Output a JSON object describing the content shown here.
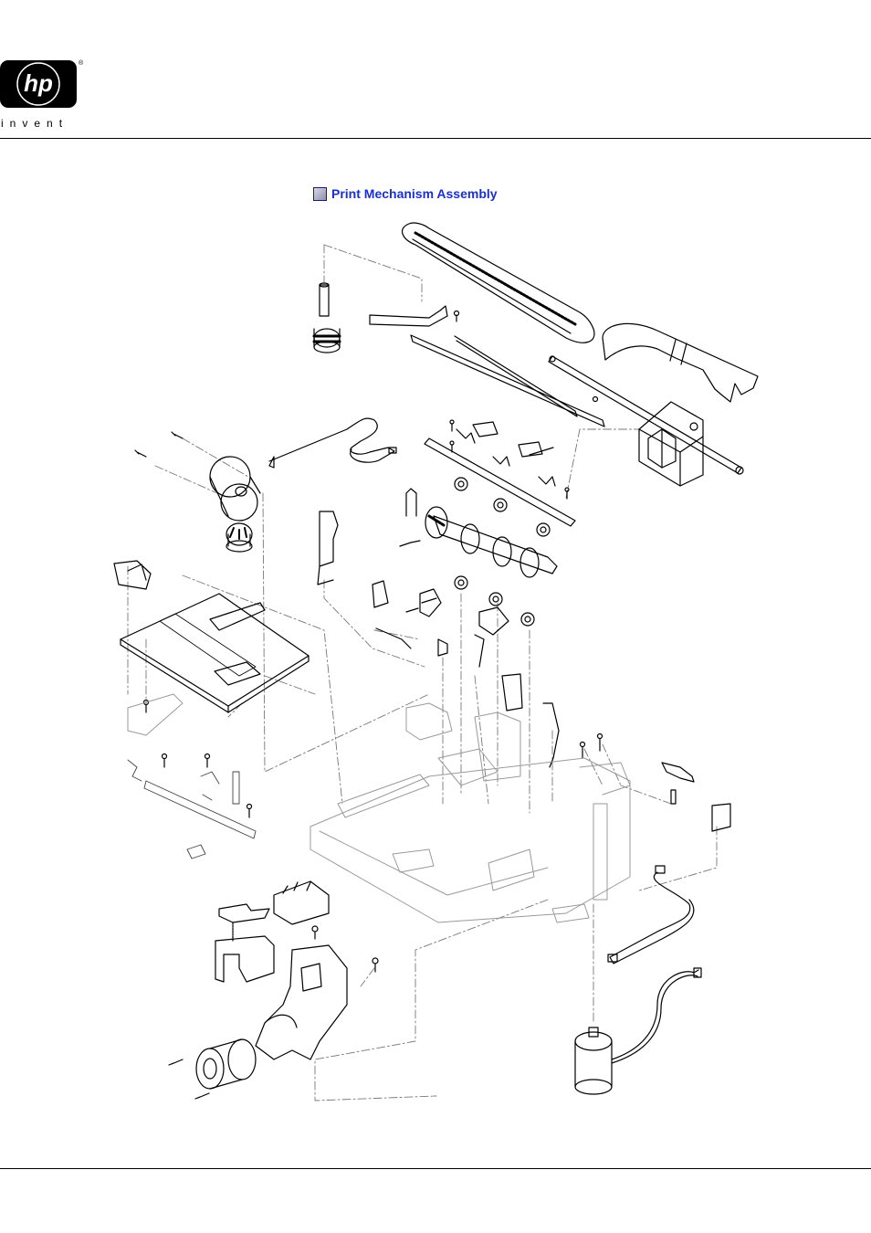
{
  "header": {
    "logo_text": "hp",
    "logo_tagline": "invent",
    "registered_mark": "®"
  },
  "figure": {
    "title": "Print Mechanism Assembly",
    "icon": "section-bullet-icon"
  },
  "colors": {
    "title_link": "#1a2fd0",
    "line_art": "#000000",
    "faded_part": "#9a9a9a",
    "leader_line": "#777777"
  }
}
